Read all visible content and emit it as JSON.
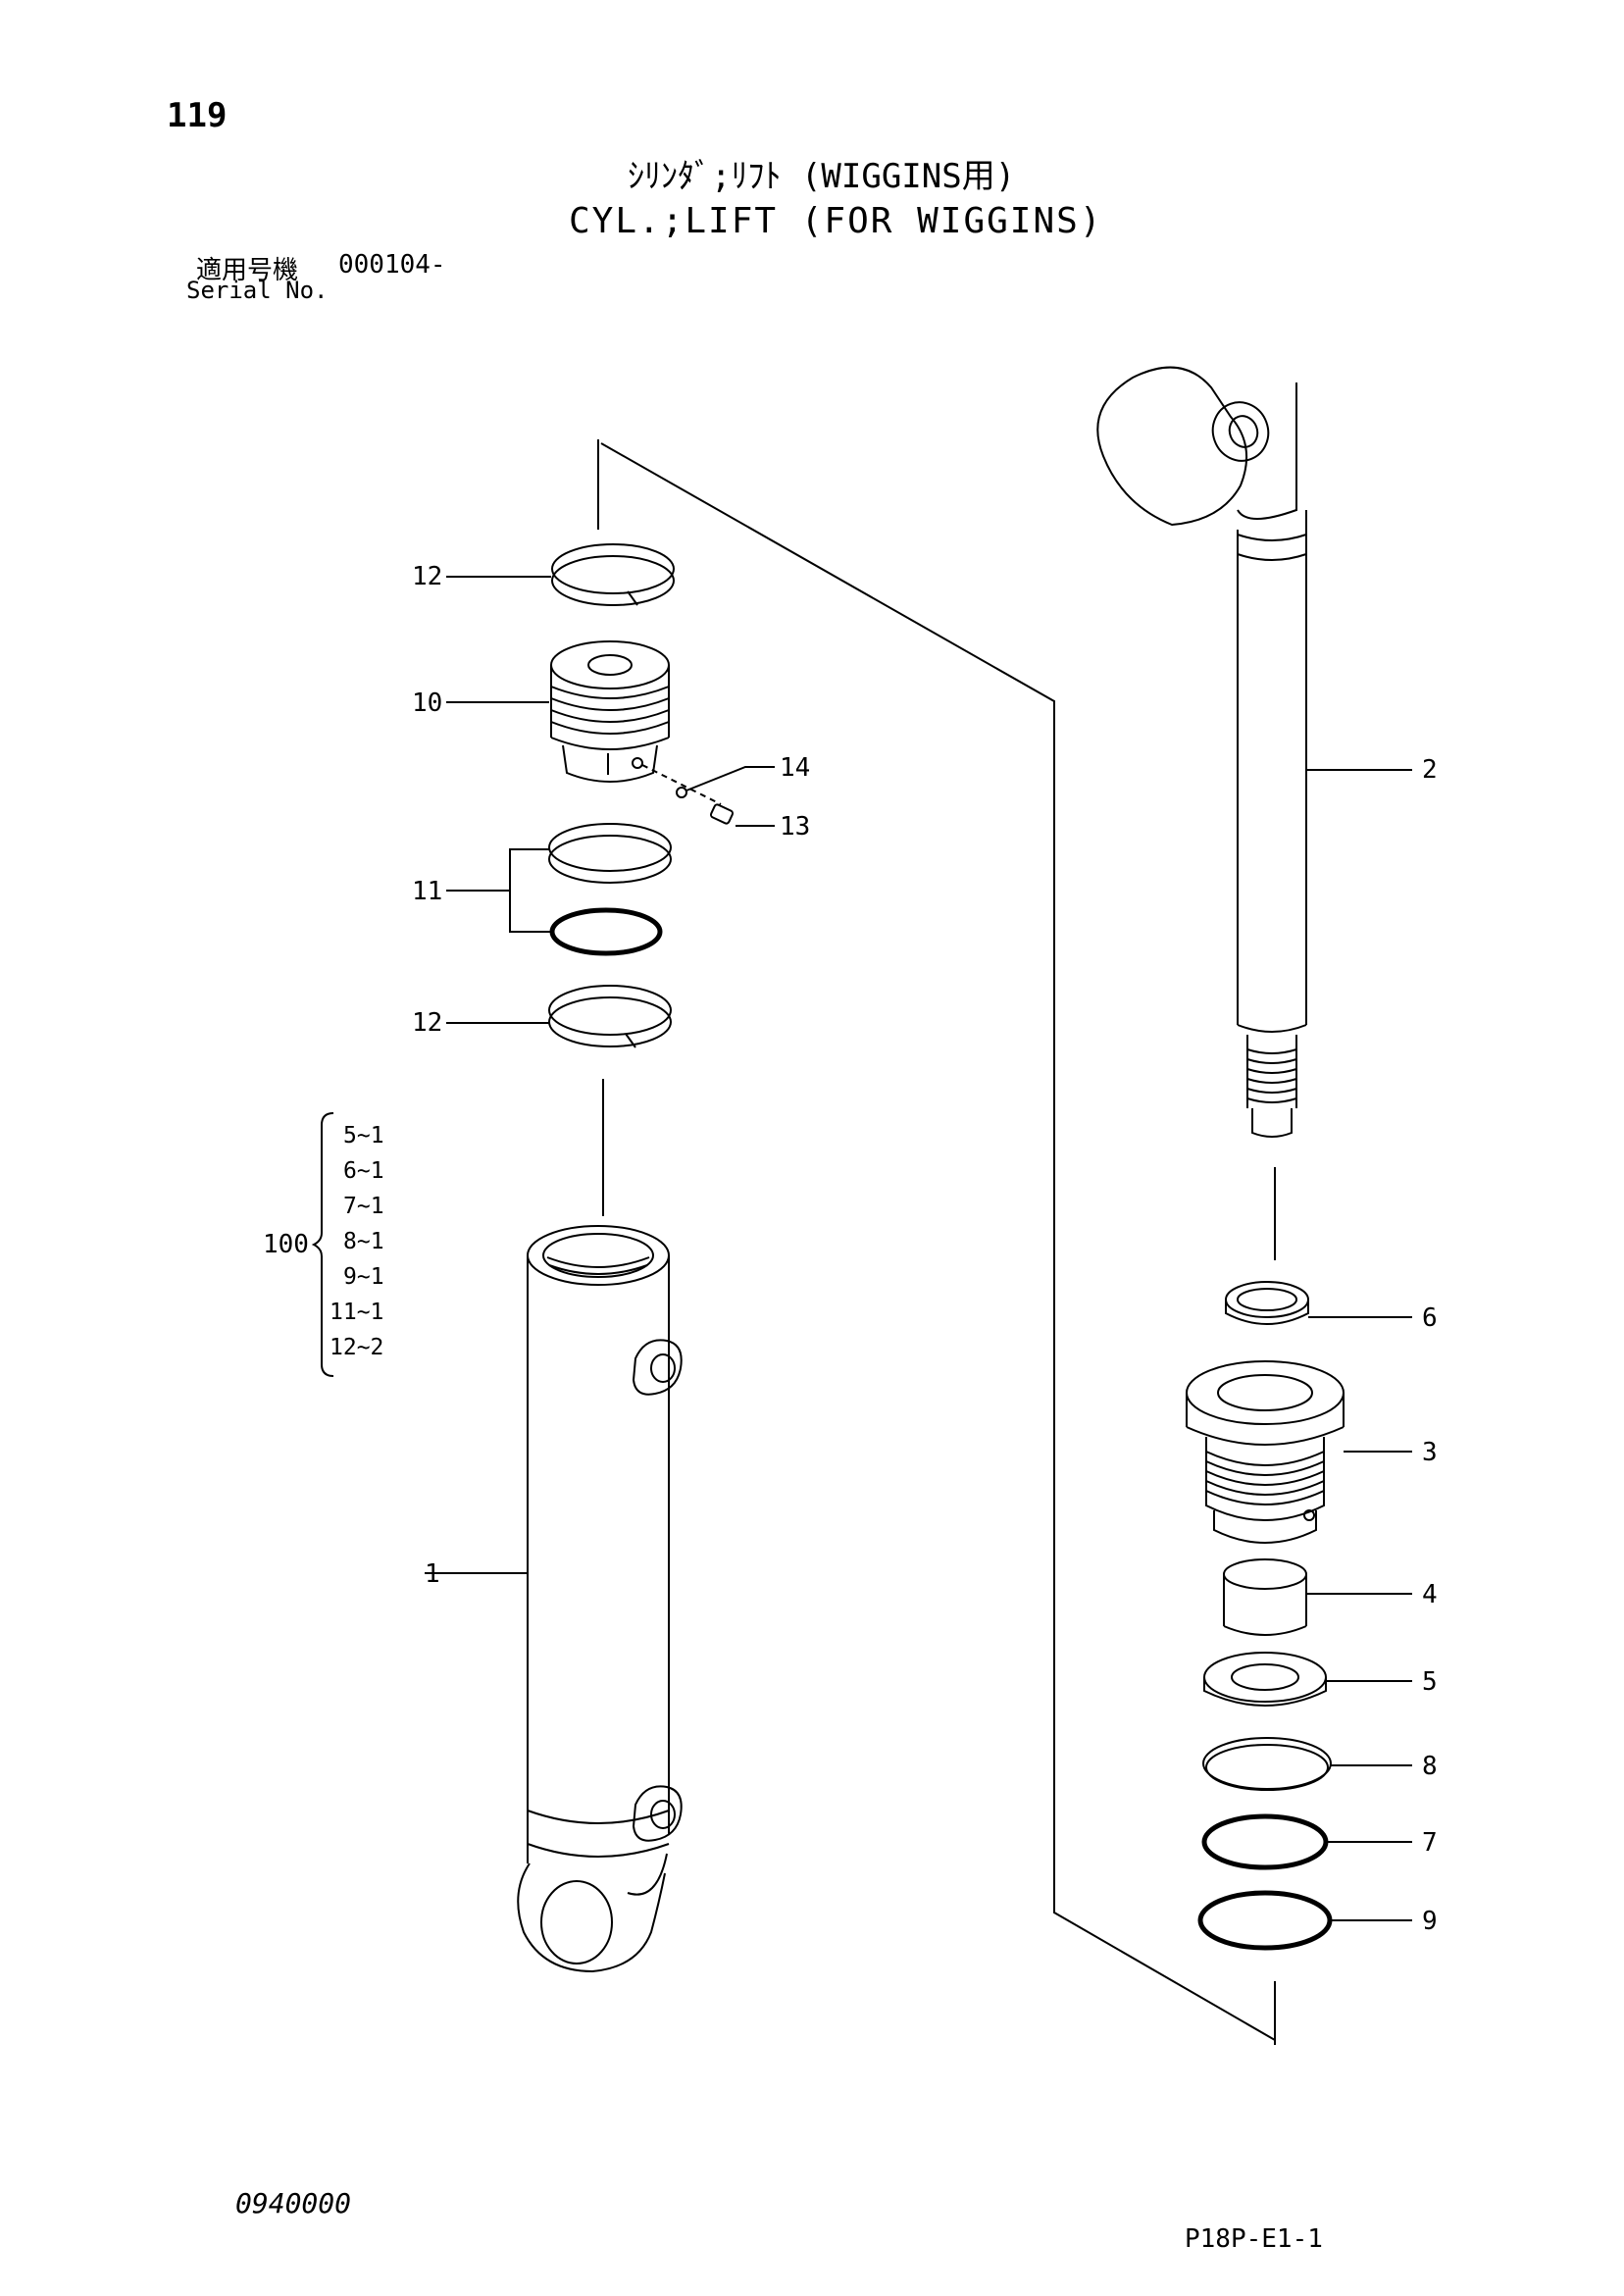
{
  "header": {
    "page_number": "119",
    "title_jp": "ｼﾘﾝﾀﾞ;ﾘﾌﾄ (WIGGINS用)",
    "title_en": "CYL.;LIFT (FOR WIGGINS)",
    "serial_label_jp": "適用号機",
    "serial_value": "000104-",
    "serial_label_en": "Serial No."
  },
  "callouts": [
    "12",
    "10",
    "14",
    "13",
    "11",
    "12",
    "1",
    "2",
    "6",
    "3",
    "4",
    "5",
    "8",
    "7",
    "9"
  ],
  "kit": {
    "number": "100",
    "items": [
      "5~1",
      "6~1",
      "7~1",
      "8~1",
      "9~1",
      "11~1",
      "12~2"
    ]
  },
  "footer": {
    "code": "0940000",
    "ref": "P18P-E1-1"
  }
}
